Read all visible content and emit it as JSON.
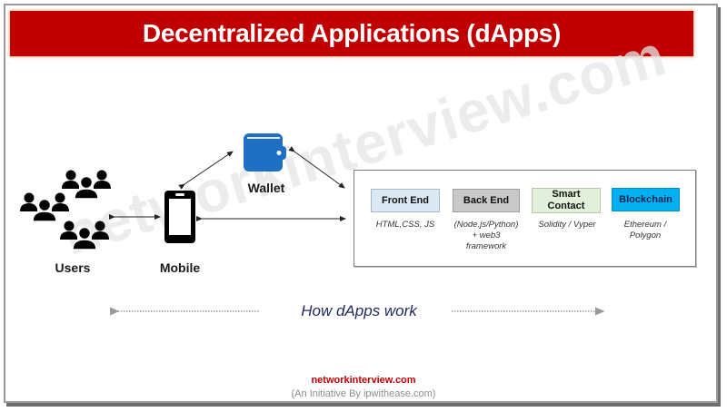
{
  "header": {
    "title": "Decentralized Applications (dApps)"
  },
  "watermark": "networkinterview.com",
  "nodes": {
    "users": {
      "label": "Users",
      "icon": "users-group-icon"
    },
    "mobile": {
      "label": "Mobile",
      "icon": "mobile-phone-icon"
    },
    "wallet": {
      "label": "Wallet",
      "icon": "wallet-icon"
    }
  },
  "stack": [
    {
      "label": "Front End",
      "detail": "HTML,CSS, JS",
      "bg": "#dce9f5"
    },
    {
      "label": "Back End",
      "detail": "(Node.js/Python) + web3 framework",
      "detail_lines": [
        "(Node.js/Python)",
        "+ web3",
        "framework"
      ],
      "bg": "#c9c9c9"
    },
    {
      "label": "Smart Contact",
      "label_lines": [
        "Smart",
        "Contact"
      ],
      "detail": "Solidity / Vyper",
      "bg": "#e2efda"
    },
    {
      "label": "Blockchain",
      "detail": "Ethereum / Polygon",
      "detail_lines": [
        "Ethereum /",
        "Polygon"
      ],
      "bg": "#00b0f0"
    }
  ],
  "caption": "How dApps work",
  "footer": {
    "site": "networkinterview.com",
    "initiative": "(An Initiative By ipwithease.com)"
  },
  "colors": {
    "title_bg": "#c00000",
    "wallet_blue": "#1f6fc5",
    "caption_navy": "#1f2a5c"
  }
}
